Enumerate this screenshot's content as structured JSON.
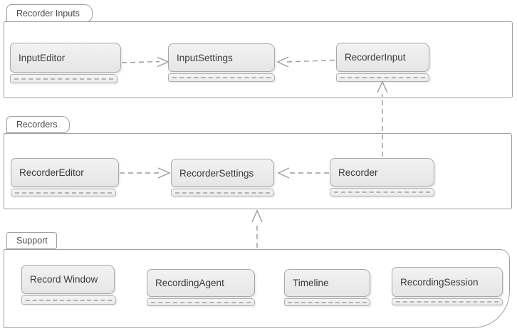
{
  "diagram_type": "uml-package-diagram",
  "packages": [
    {
      "label": "Recorder Inputs",
      "classes": [
        {
          "name": "InputEditor"
        },
        {
          "name": "InputSettings"
        },
        {
          "name": "RecorderInput"
        }
      ]
    },
    {
      "label": "Recorders",
      "classes": [
        {
          "name": "RecorderEditor"
        },
        {
          "name": "RecorderSettings"
        },
        {
          "name": "Recorder"
        }
      ]
    },
    {
      "label": "Support",
      "classes": [
        {
          "name": "Record Window"
        },
        {
          "name": "RecordingAgent"
        },
        {
          "name": "Timeline"
        },
        {
          "name": "RecordingSession"
        }
      ]
    }
  ],
  "dependencies": [
    {
      "from": "InputEditor",
      "to": "InputSettings",
      "style": "dashed-open-arrow"
    },
    {
      "from": "RecorderInput",
      "to": "InputSettings",
      "style": "dashed-open-arrow"
    },
    {
      "from": "RecorderEditor",
      "to": "RecorderSettings",
      "style": "dashed-open-arrow"
    },
    {
      "from": "Recorder",
      "to": "RecorderSettings",
      "style": "dashed-open-arrow"
    },
    {
      "from": "Recorder",
      "to": "RecorderInput",
      "style": "dashed-open-arrow"
    },
    {
      "from": "Support",
      "to": "Recorders",
      "style": "dashed-open-arrow"
    }
  ],
  "colors": {
    "background": "#ffffff",
    "node_fill": "#ebebeb",
    "node_border": "#a8a8a8",
    "package_border": "#9f9f9f",
    "edge": "#9b9b9b",
    "text": "#3b3b3b"
  }
}
